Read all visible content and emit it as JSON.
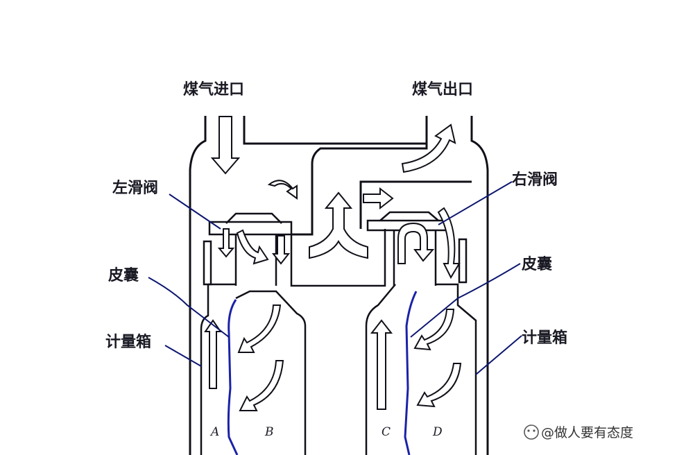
{
  "labels": {
    "gas_inlet": "煤气进口",
    "gas_outlet": "煤气出口",
    "left_slide_valve": "左滑阀",
    "right_slide_valve": "右滑阀",
    "left_bladder": "皮囊",
    "right_bladder": "皮囊",
    "left_metering_box": "计量箱",
    "right_metering_box": "计量箱"
  },
  "chambers": {
    "a": "A",
    "b": "B",
    "c": "C",
    "d": "D"
  },
  "watermark": "@做人要有态度",
  "colors": {
    "outline": "#101018",
    "bladder": "#1a22a8",
    "leader": "#0c1670",
    "arrow": "#ffffff"
  }
}
